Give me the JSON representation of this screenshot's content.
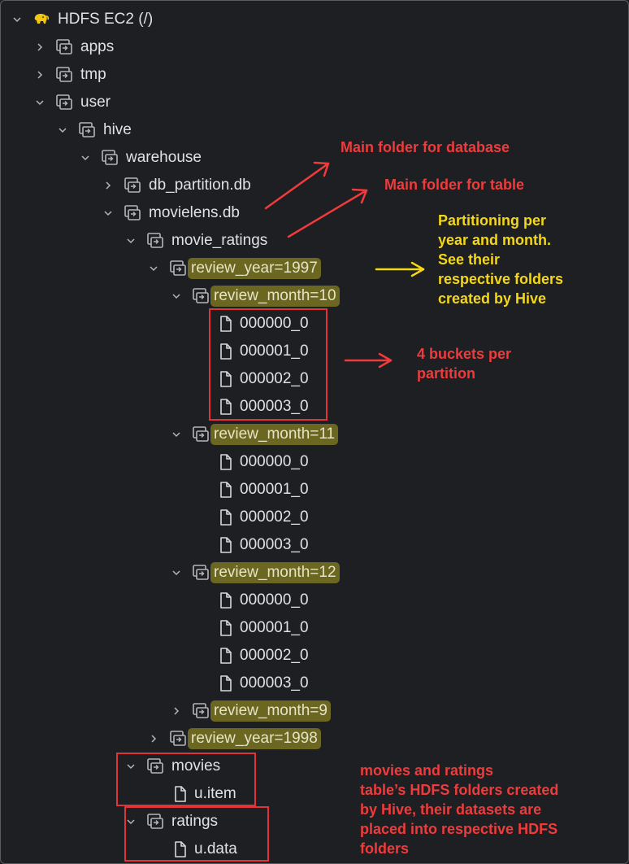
{
  "tree": {
    "root": {
      "label": "HDFS EC2 (/)",
      "icon": "elephant-icon"
    },
    "apps": {
      "label": "apps"
    },
    "tmp": {
      "label": "tmp"
    },
    "user": {
      "label": "user"
    },
    "hive": {
      "label": "hive"
    },
    "warehouse": {
      "label": "warehouse"
    },
    "db_partition": {
      "label": "db_partition.db"
    },
    "movielens": {
      "label": "movielens.db"
    },
    "movie_ratings": {
      "label": "movie_ratings"
    },
    "year1997": {
      "label": "review_year=1997"
    },
    "month10": {
      "label": "review_month=10",
      "files": [
        "000000_0",
        "000001_0",
        "000002_0",
        "000003_0"
      ]
    },
    "month11": {
      "label": "review_month=11",
      "files": [
        "000000_0",
        "000001_0",
        "000002_0",
        "000003_0"
      ]
    },
    "month12": {
      "label": "review_month=12",
      "files": [
        "000000_0",
        "000001_0",
        "000002_0",
        "000003_0"
      ]
    },
    "month9": {
      "label": "review_month=9"
    },
    "year1998": {
      "label": "review_year=1998"
    },
    "movies": {
      "label": "movies",
      "files": [
        "u.item"
      ]
    },
    "ratings": {
      "label": "ratings",
      "files": [
        "u.data"
      ]
    }
  },
  "annotations": {
    "database": "Main folder for database",
    "table": "Main folder for table",
    "partitioning": "Partitioning per\nyear and month.\nSee their\nrespective folders\ncreated by Hive",
    "buckets": "4 buckets per\npartition",
    "datasets": "movies and ratings\ntable’s HDFS folders created\nby Hive, their datasets are\nplaced into respective HDFS\nfolders"
  },
  "colors": {
    "background": "#1e1f22",
    "text": "#dfe1e5",
    "highlight": "#6b6620",
    "annotation_red": "#ef3b3b",
    "annotation_yellow": "#f4d716"
  }
}
